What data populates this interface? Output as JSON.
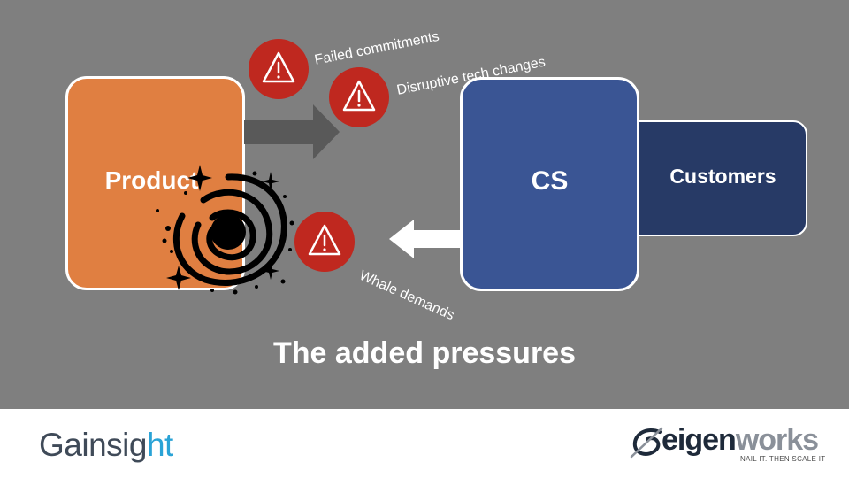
{
  "nodes": {
    "product": "Product",
    "cs": "CS",
    "customers": "Customers"
  },
  "pressures": {
    "failed_commitments": "Failed commitments",
    "disruptive_tech": "Disruptive tech changes",
    "whale_demands": "Whale demands"
  },
  "title": "The added pressures",
  "footer": {
    "gainsight_main": "Gainsig",
    "gainsight_accent": "ht",
    "eigen": "eigen",
    "works": "works",
    "tagline": "NAIL IT. THEN SCALE IT"
  },
  "icons": {
    "warning": "warning-triangle-icon",
    "black_hole": "black-hole-icon"
  },
  "colors": {
    "background": "#7f7f7f",
    "product": "#e07f41",
    "cs": "#3a5594",
    "customers": "#273a66",
    "warning": "#bf281f"
  }
}
